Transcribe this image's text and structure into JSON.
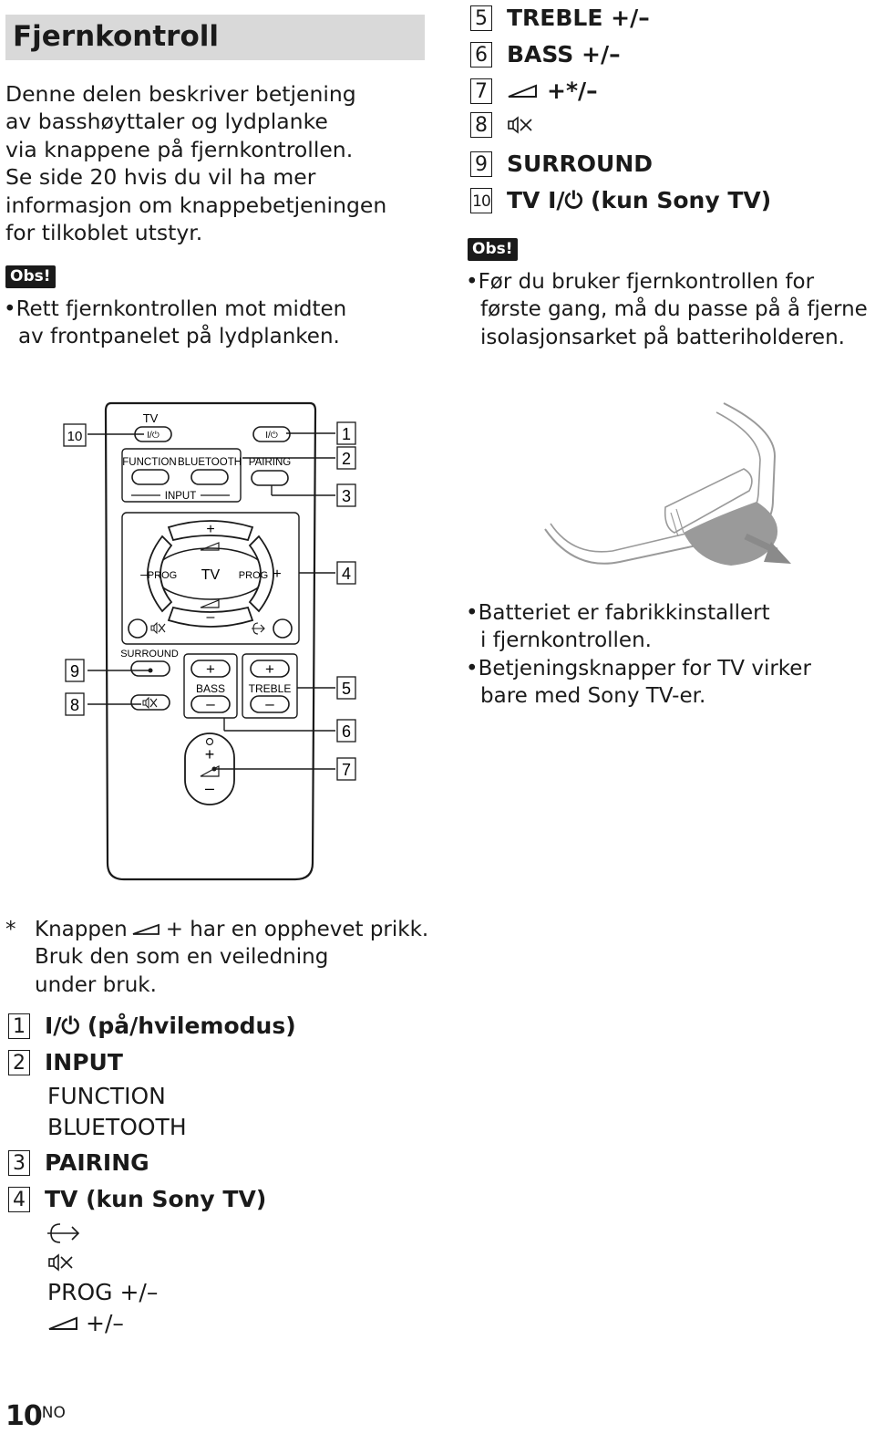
{
  "header": {
    "title": "Fjernkontroll"
  },
  "intro": {
    "lines": [
      "Denne delen beskriver betjening",
      "av basshøyttaler og lydplanke",
      "via knappene på fjernkontrollen.",
      "Se side 20 hvis du vil ha mer",
      "informasjon om knappebetjeningen",
      "for tilkoblet utstyr."
    ]
  },
  "note_left": {
    "badge": "Obs!",
    "bullet": "•",
    "lines": [
      "Rett fjernkontrollen mot midten",
      "av frontpanelet på lydplanken."
    ]
  },
  "list_right": [
    {
      "num": "5",
      "label": "TREBLE +/–"
    },
    {
      "num": "6",
      "label": "BASS +/–"
    },
    {
      "num": "7",
      "label": "+*/–",
      "icon": "volume-icon"
    },
    {
      "num": "8",
      "icon": "mute-icon",
      "label": ""
    },
    {
      "num": "9",
      "label": "SURROUND"
    },
    {
      "num": "10",
      "label": "TV I/⏻ (kun Sony TV)"
    }
  ],
  "note_right": {
    "badge": "Obs!",
    "bullet": "•",
    "lines": [
      "Før du bruker fjernkontrollen for",
      "første gang, må du passe på å fjerne",
      "isolasjonsarket på batteriholderen."
    ]
  },
  "remote": {
    "tv_label": "TV",
    "power_sym": "I/⏻",
    "function": "FUNCTION",
    "bluetooth": "BLUETOOTH",
    "pairing": "PAIRING",
    "input": "INPUT",
    "plus": "+",
    "minus": "–",
    "prog": "PROG",
    "center_tv": "TV",
    "surround": "SURROUND",
    "bass": "BASS",
    "treble": "TREBLE",
    "callouts": [
      "10",
      "1",
      "2",
      "3",
      "4",
      "9",
      "8",
      "5",
      "6",
      "7"
    ]
  },
  "battery_notes": {
    "bullet": "•",
    "lines": [
      "Batteriet er fabrikkinstallert",
      "i fjernkontrollen.",
      "Betjeningsknapper for TV virker",
      "bare med Sony TV-er."
    ]
  },
  "footnote": {
    "star": "*",
    "line1_a": "Knappen",
    "line1_b": "+ har en opphevet prikk.",
    "line2": "Bruk den som en veiledning",
    "line3": "under bruk."
  },
  "list_left": [
    {
      "num": "1",
      "label": "I/⏻ (på/hvilemodus)"
    },
    {
      "num": "2",
      "label": "INPUT",
      "subs": [
        "FUNCTION",
        "BLUETOOTH"
      ]
    },
    {
      "num": "3",
      "label": "PAIRING"
    },
    {
      "num": "4",
      "label": "TV (kun Sony TV)",
      "subs_prog": "PROG +/–",
      "subs_vol": "+/–"
    }
  ],
  "page": {
    "number": "10",
    "suffix": "NO"
  },
  "colors": {
    "title_bg": "#d9d9d9",
    "text": "#1a1a1a",
    "badge_bg": "#1a1a1a",
    "sheet": "#9a9a9a"
  }
}
